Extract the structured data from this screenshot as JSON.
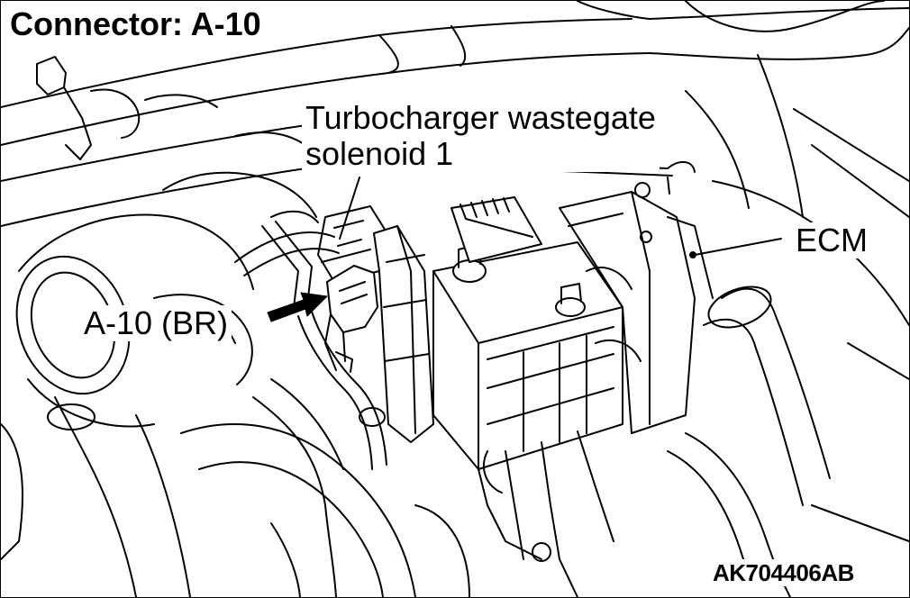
{
  "title": "Connector: A-10",
  "callouts": {
    "solenoid_line1": "Turbocharger wastegate",
    "solenoid_line2": "solenoid 1",
    "ecm": "ECM",
    "connector": "A-10 (BR)"
  },
  "figure_code": "AK704406AB",
  "colors": {
    "ink": "#000000",
    "paper": "#ffffff"
  }
}
